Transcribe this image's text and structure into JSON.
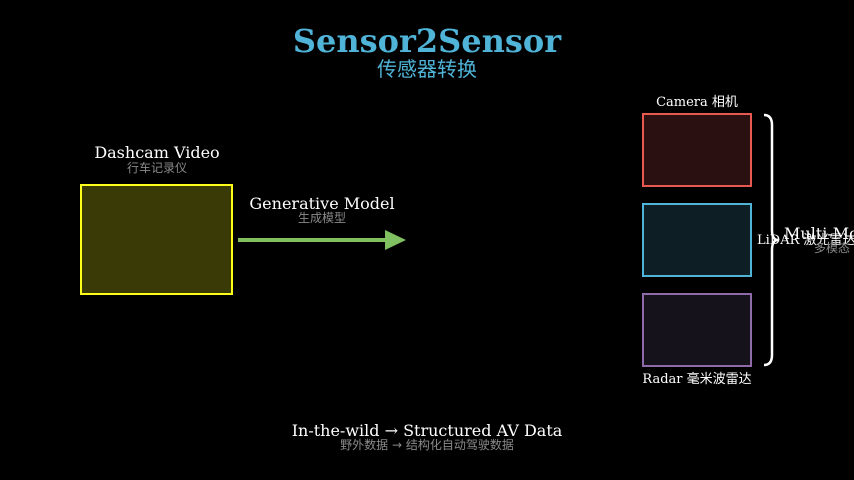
{
  "colors": {
    "title": "#4fb4d8",
    "dashcam_border": "#ffff1a",
    "dashcam_fill": "#3a3a06",
    "arrow": "#80c060",
    "camera_border": "#e85a4f",
    "camera_fill": "#2a1010",
    "lidar_border": "#4fb4d8",
    "lidar_fill": "#0d1e24",
    "radar_border": "#8e6aa8",
    "radar_fill": "#16121c",
    "brace": "#ffffff"
  },
  "title": "Sensor2Sensor",
  "subtitle": "传感器转换",
  "input": {
    "label": "Dashcam Video",
    "label_cn": "行车记录仪"
  },
  "model": {
    "label": "Generative Model",
    "label_cn": "生成模型"
  },
  "sensors": {
    "camera": {
      "label": "Camera 相机"
    },
    "lidar": {
      "label": "LiDAR 激光雷达"
    },
    "radar": {
      "label": "Radar 毫米波雷达"
    }
  },
  "output": {
    "label": "Multi-Modal",
    "label_cn": "多模态"
  },
  "footer": {
    "label": "In-the-wild → Structured AV Data",
    "label_cn": "野外数据 → 结构化自动驾驶数据"
  }
}
